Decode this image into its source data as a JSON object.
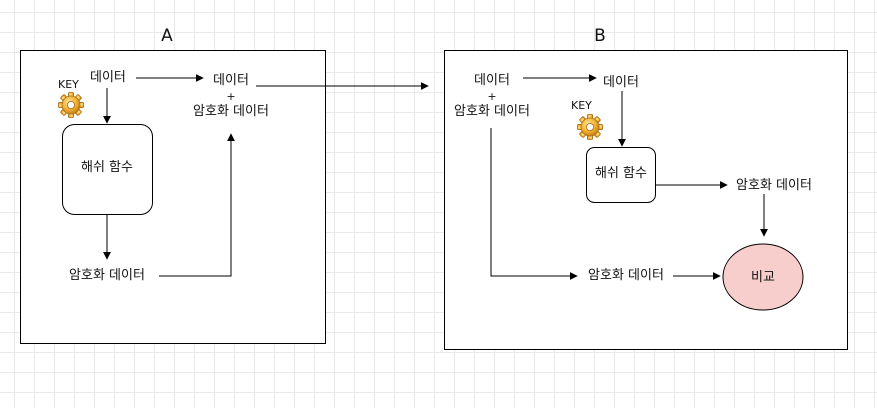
{
  "panel_a": {
    "title": "A",
    "key_label": "KEY",
    "data_label": "데이터",
    "hash_label": "해쉬 함수",
    "encrypted_label": "암호화 데이터",
    "output_data_label": "데이터",
    "output_plus": "+",
    "output_encrypted_label": "암호화 데이터"
  },
  "panel_b": {
    "title": "B",
    "input_data_label": "데이터",
    "input_plus": "+",
    "input_encrypted_label": "암호화 데이터",
    "data_label": "데이터",
    "key_label": "KEY",
    "hash_label": "해쉬 함수",
    "hash_output_label": "암호화 데이터",
    "received_encrypted_label": "암호화 데이터",
    "compare_label": "비교"
  },
  "colors": {
    "compare_fill": "#f8cecc",
    "compare_stroke": "#000000",
    "gear_color": "#f2b233"
  },
  "icons": [
    "gear-icon"
  ]
}
